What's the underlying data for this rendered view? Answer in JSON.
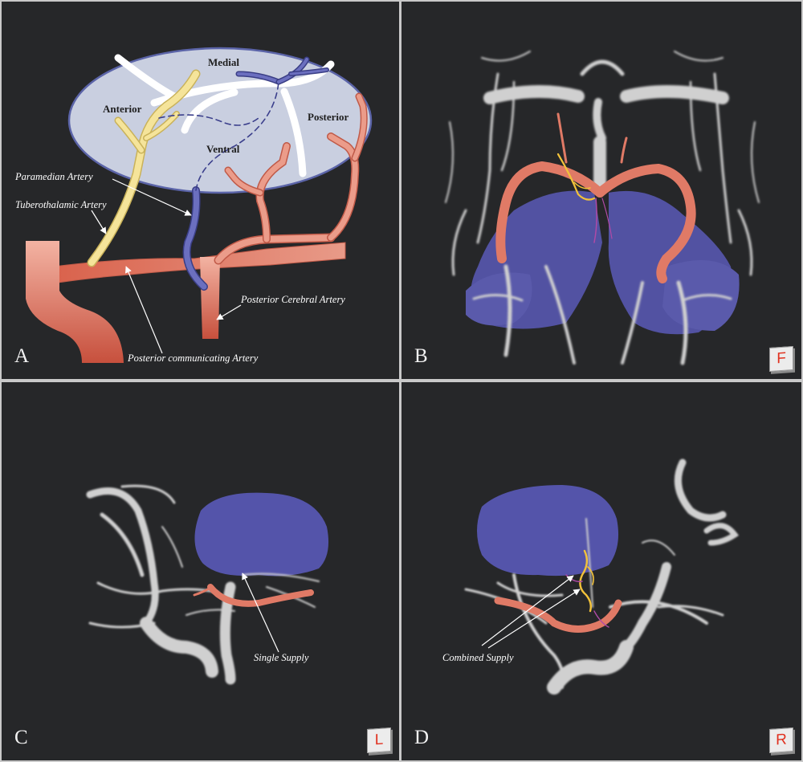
{
  "panels": {
    "a": {
      "letter": "A",
      "regions": {
        "medial": "Medial",
        "anterior": "Anterior",
        "posterior": "Posterior",
        "ventral": "Ventral"
      },
      "labels": {
        "paramedian": "Paramedian Artery",
        "tuberothalamic": "Tuberothalamic Artery",
        "pca": "Posterior Cerebral Artery",
        "pcom": "Posterior communicating Artery"
      }
    },
    "b": {
      "letter": "B",
      "orientation": "F"
    },
    "c": {
      "letter": "C",
      "orientation": "L",
      "annotation": "Single Supply"
    },
    "d": {
      "letter": "D",
      "orientation": "R",
      "annotation": "Combined Supply"
    }
  },
  "colors": {
    "background": "#262729",
    "thalamus": "#c9cfe0",
    "tuberothalamic": "#f5e49a",
    "paramedian": "#5458a8",
    "posterior_artery": "#e07a66",
    "volume": "#5a5ab8",
    "vessels": "#d4d4d4"
  }
}
